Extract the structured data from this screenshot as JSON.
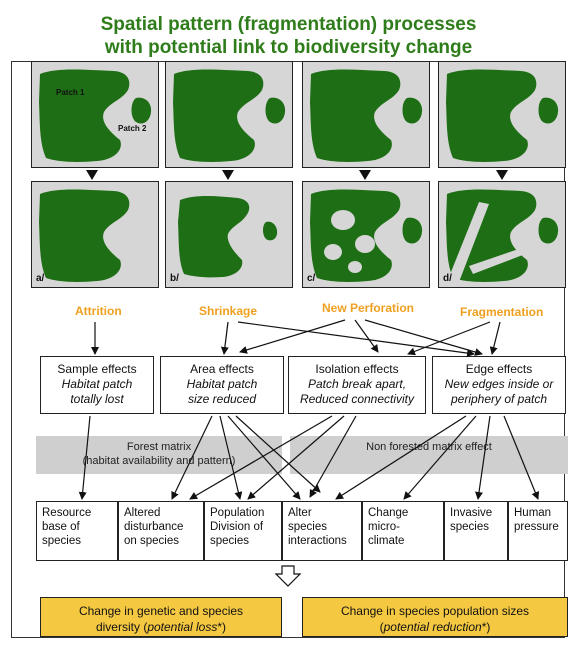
{
  "title_line1": "Spatial pattern (fragmentation) processes",
  "title_line2": "with potential link to biodiversity change",
  "patch_labels": {
    "patch1": "Patch 1",
    "patch2": "Patch 2"
  },
  "panel_labels": [
    "a/",
    "b/",
    "c/",
    "d/"
  ],
  "processes": [
    "Attrition",
    "Shrinkage",
    "New Perforation",
    "Fragmentation"
  ],
  "effects": [
    {
      "title": "Sample effects",
      "line1": "Habitat patch",
      "line2": "totally lost"
    },
    {
      "title": "Area effects",
      "line1": "Habitat patch",
      "line2": "size reduced"
    },
    {
      "title": "Isolation effects",
      "line1": "Patch break apart,",
      "line2": "Reduced connectivity"
    },
    {
      "title": "Edge effects",
      "line1": "New edges inside or",
      "line2": "periphery of patch"
    }
  ],
  "matrix": {
    "forest_line1": "Forest matrix",
    "forest_line2": "(habitat availability and pattern)",
    "nonforest": "Non forested matrix effect"
  },
  "outcomes": [
    [
      "Resource",
      "base of",
      "species"
    ],
    [
      "Altered",
      "disturbance",
      "on species"
    ],
    [
      "Population",
      "Division of",
      "species"
    ],
    [
      "Alter",
      "species",
      "interactions"
    ],
    [
      "Change",
      "micro-",
      "climate"
    ],
    [
      "Invasive",
      "species"
    ],
    [
      "Human",
      "pressure"
    ]
  ],
  "final": {
    "left_line1": "Change in genetic and species",
    "left_line2a": "diversity (",
    "left_line2b": "potential loss",
    "left_line2c": "*)",
    "right_line1": "Change in species population sizes",
    "right_line2a": "(",
    "right_line2b": "potential reduction",
    "right_line2c": "*)"
  },
  "colors": {
    "title": "#2e7d1a",
    "forest": "#1d6e14",
    "process": "#f0a020",
    "final_box": "#f5c842",
    "matrix": "#cfcfcf",
    "panel_bg": "#d6d6d6"
  }
}
